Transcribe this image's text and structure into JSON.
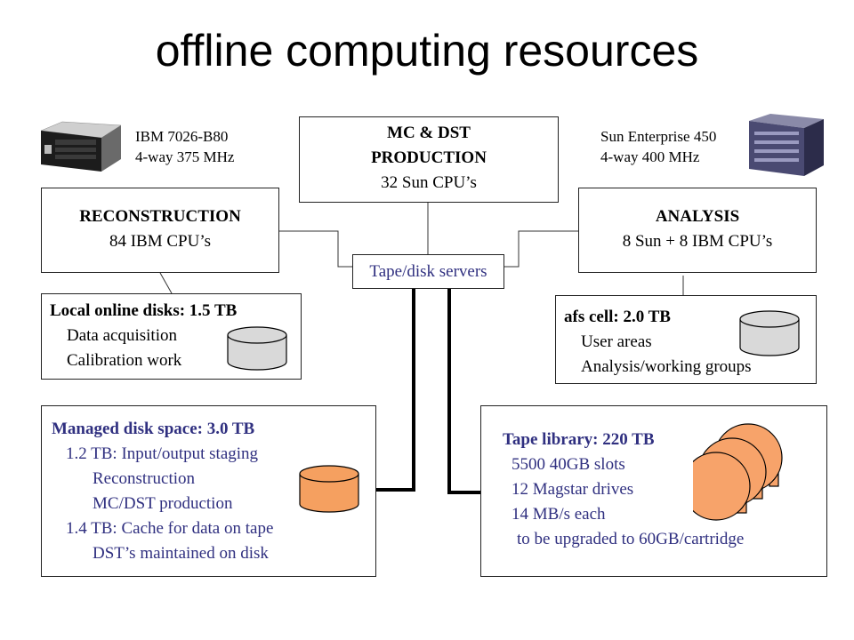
{
  "title": "offline computing resources",
  "ibm_label": {
    "line1": "IBM 7026-B80",
    "line2": "4-way 375 MHz"
  },
  "sun_label": {
    "line1": "Sun Enterprise 450",
    "line2": "4-way 400 MHz"
  },
  "mc_dst": {
    "line1": "MC & DST",
    "line2": "PRODUCTION",
    "line3": "32 Sun CPU’s"
  },
  "reconstruction": {
    "title": "RECONSTRUCTION",
    "cpus": "84 IBM CPU’s"
  },
  "analysis": {
    "title": "ANALYSIS",
    "cpus": "8 Sun + 8 IBM CPU’s"
  },
  "tape_disk_servers": "Tape/disk servers",
  "local_disks": {
    "title": "Local online disks: 1.5 TB",
    "items": [
      "Data acquisition",
      "Calibration work"
    ]
  },
  "afs_cell": {
    "title": "afs cell: 2.0 TB",
    "items": [
      "User areas",
      "Analysis/working groups"
    ]
  },
  "managed_disk": {
    "title": "Managed disk space: 3.0 TB",
    "lines": [
      "1.2 TB: Input/output staging",
      "Reconstruction",
      "MC/DST production",
      "1.4 TB: Cache for data on tape",
      "DST’s maintained on disk"
    ]
  },
  "tape_library": {
    "title": "Tape library: 220 TB",
    "lines": [
      "5500 40GB slots",
      "12 Magstar drives",
      "14 MB/s each",
      "to be upgraded to 60GB/cartridge"
    ]
  },
  "colors": {
    "accent_text": "#303080",
    "disk_gray": "#d9d9d9",
    "disk_orange": "#f5a060",
    "tape_orange": "#f7a36a"
  }
}
